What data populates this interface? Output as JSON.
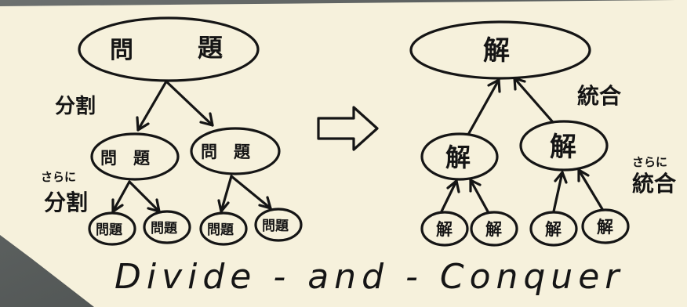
{
  "diagram": {
    "problem": {
      "root_left": "問",
      "root_right": "題",
      "mid_left": "問　題",
      "mid_right": "問　題",
      "leaf": "問題"
    },
    "solution": {
      "root": "解",
      "mid": "解",
      "leaf": "解"
    },
    "labels": {
      "divide": "分割",
      "further": "さらに",
      "further_divide": "分割",
      "combine": "統合",
      "further_combine": "統合"
    },
    "caption": "Divide - and - Conquer"
  },
  "colors": {
    "paper": "#f6f1dc",
    "ink": "#151515",
    "photo_bg": "#5a5f5e"
  }
}
